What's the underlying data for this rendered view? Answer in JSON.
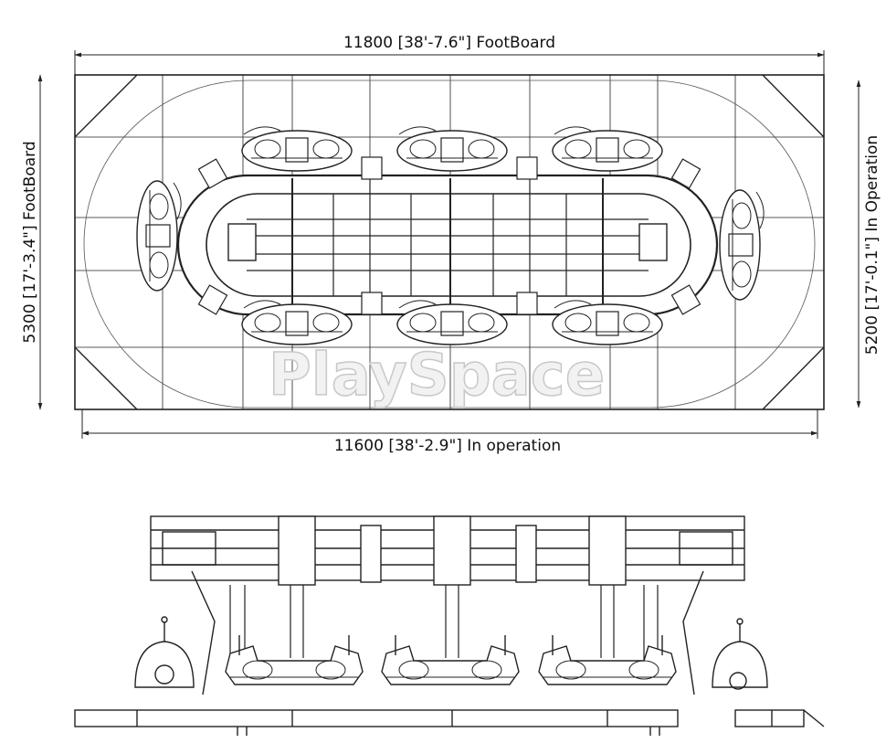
{
  "dimensions": {
    "top_width": "11800 [38'-7.6\"] FootBoard",
    "bottom_width": "11600 [38'-2.9\"] In operation",
    "left_height": "5300 [17'-3.4\"] FootBoard",
    "right_height": "5200 [17'-0.1\"] In Operation"
  },
  "watermark": "PlaySpace",
  "colors": {
    "line": "#222222",
    "background": "#ffffff",
    "watermark_fill": "#f2f2f2",
    "watermark_stroke": "#c8c8c8"
  }
}
